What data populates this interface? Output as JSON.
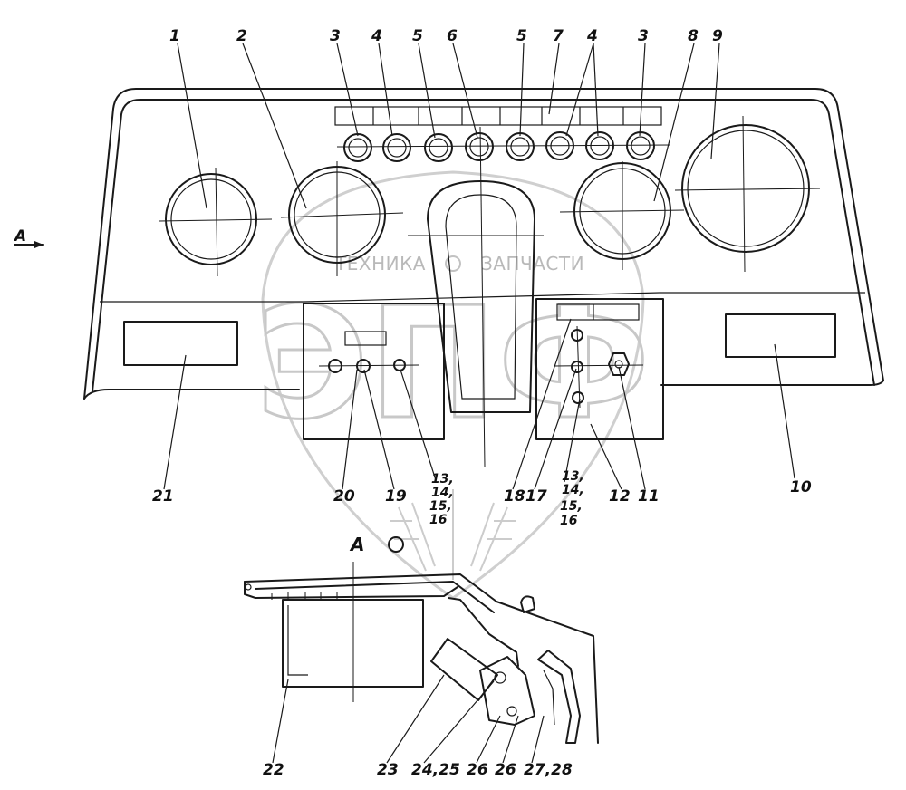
{
  "watermark": {
    "left_word": "ТЕХНИКА",
    "right_word": "ЗАПЧАСТИ",
    "logo_letters": "ЭПФ"
  },
  "view": {
    "arrow_label": "A",
    "section_label": "A"
  },
  "callouts": {
    "c1": "1",
    "c2": "2",
    "c3a": "3",
    "c4a": "4",
    "c5a": "5",
    "c6": "6",
    "c5b": "5",
    "c7": "7",
    "c4b": "4",
    "c3b": "3",
    "c8": "8",
    "c9": "9",
    "c10": "10",
    "c11": "11",
    "c12": "12",
    "c17": "17",
    "c18": "18",
    "c19": "19",
    "c20": "20",
    "c21": "21",
    "c13_16_left": [
      "13,",
      "14,",
      "15,",
      "16"
    ],
    "c13_16_right": [
      "13,",
      "14,",
      "15,",
      "16"
    ],
    "c22": "22",
    "c23": "23",
    "c24_25": "24,25",
    "c26a": "26",
    "c26b": "26",
    "c27_28": "27,28"
  }
}
